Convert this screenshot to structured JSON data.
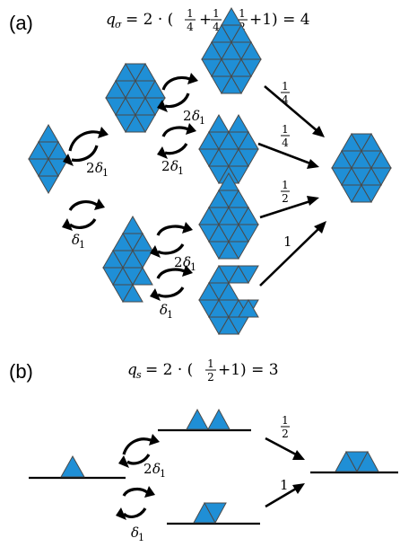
{
  "panel_a": {
    "label": "(a)",
    "equation": {
      "lhs_symbol": "q",
      "lhs_subscript": "σ",
      "rhs_prefix": "= 2 · (",
      "fractions": [
        {
          "num": "1",
          "den": "4"
        },
        {
          "num": "1",
          "den": "4"
        },
        {
          "num": "1",
          "den": "2"
        }
      ],
      "rhs_suffix": "+1) = 4"
    },
    "rates": {
      "r_top_left": {
        "coef": "2",
        "sym": "δ",
        "sub": "1"
      },
      "r_left_mid": {
        "coef": "2",
        "sym": "δ",
        "sub": "1"
      },
      "r_mid_low": {
        "coef": "2",
        "sym": "δ",
        "sub": "1"
      },
      "r_left_low": {
        "coef": "",
        "sym": "δ",
        "sub": "1"
      },
      "r_low_low2": {
        "coef": "2",
        "sym": "δ",
        "sub": "1"
      },
      "r_bottom": {
        "coef": "",
        "sym": "δ",
        "sub": "1"
      }
    },
    "arrow_labels": [
      {
        "num": "1",
        "den": "4"
      },
      {
        "num": "1",
        "den": "4"
      },
      {
        "num": "1",
        "den": "2"
      },
      {
        "text": "1"
      }
    ]
  },
  "panel_b": {
    "label": "(b)",
    "equation": {
      "lhs_symbol": "q",
      "lhs_subscript": "s",
      "rhs_prefix": "= 2 · (",
      "fractions": [
        {
          "num": "1",
          "den": "2"
        }
      ],
      "rhs_suffix": "+1) = 3"
    },
    "rates": {
      "r_upper": {
        "coef": "2",
        "sym": "δ",
        "sub": "1"
      },
      "r_lower": {
        "coef": "",
        "sym": "δ",
        "sub": "1"
      }
    },
    "arrow_labels": [
      {
        "num": "1",
        "den": "2"
      },
      {
        "text": "1"
      }
    ]
  },
  "colors": {
    "triangle_fill": "#1f8fd6",
    "triangle_edge": "#4a4a4a",
    "ink": "#000000"
  }
}
